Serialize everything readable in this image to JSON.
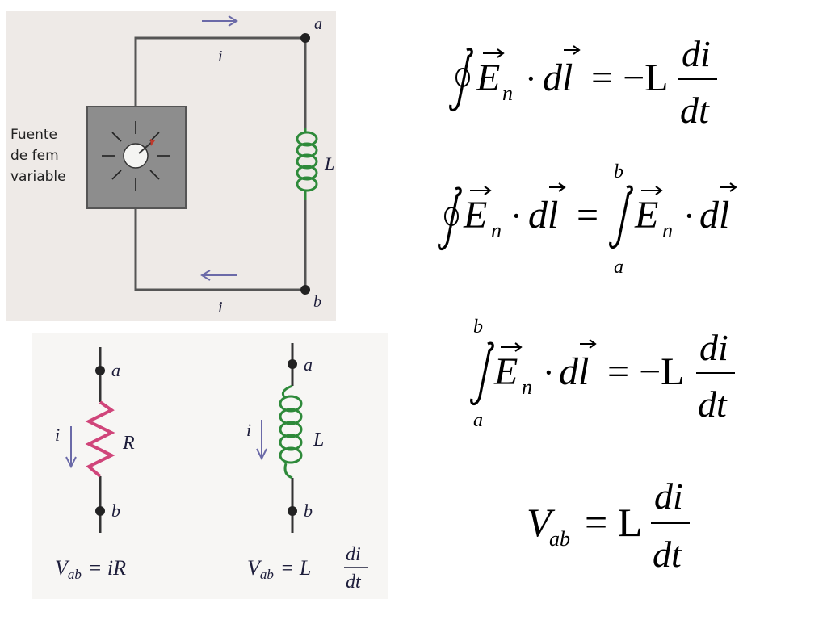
{
  "circuit": {
    "node_a": "a",
    "node_b": "b",
    "current_top": "i",
    "current_bottom": "i",
    "inductor_label": "L",
    "source_label": [
      "Fuente",
      "de fem",
      "variable"
    ]
  },
  "resistor_element": {
    "node_a": "a",
    "node_b": "b",
    "current": "i",
    "label": "R",
    "formula": {
      "lhs": "V",
      "sub": "ab",
      "rhs": "= iR"
    }
  },
  "inductor_element": {
    "node_a": "a",
    "node_b": "b",
    "current": "i",
    "label": "L",
    "formula": {
      "lhs": "V",
      "sub": "ab",
      "mid": "= L",
      "num": "di",
      "den": "dt"
    }
  },
  "equations": {
    "eq1": {
      "field": "E",
      "sub": "n",
      "dot": "·",
      "dl": "dl",
      "rel": "= −L",
      "num": "di",
      "den": "dt"
    },
    "eq2": {
      "field": "E",
      "sub": "n",
      "dot": "·",
      "dl": "dl",
      "rel": "=",
      "upper": "b",
      "lower": "a"
    },
    "eq3": {
      "upper": "b",
      "lower": "a",
      "field": "E",
      "sub": "n",
      "dot": "·",
      "dl": "dl",
      "rel": "= −L",
      "num": "di",
      "den": "dt"
    },
    "eq4": {
      "lhs": "V",
      "sub": "ab",
      "rel": "= L",
      "num": "di",
      "den": "dt"
    }
  },
  "colors": {
    "wire": "#555555",
    "arrow": "#6b6aa8",
    "inductor": "#2e8a3a",
    "resistor": "#d0457a",
    "source_box": "#8d8d8d"
  }
}
